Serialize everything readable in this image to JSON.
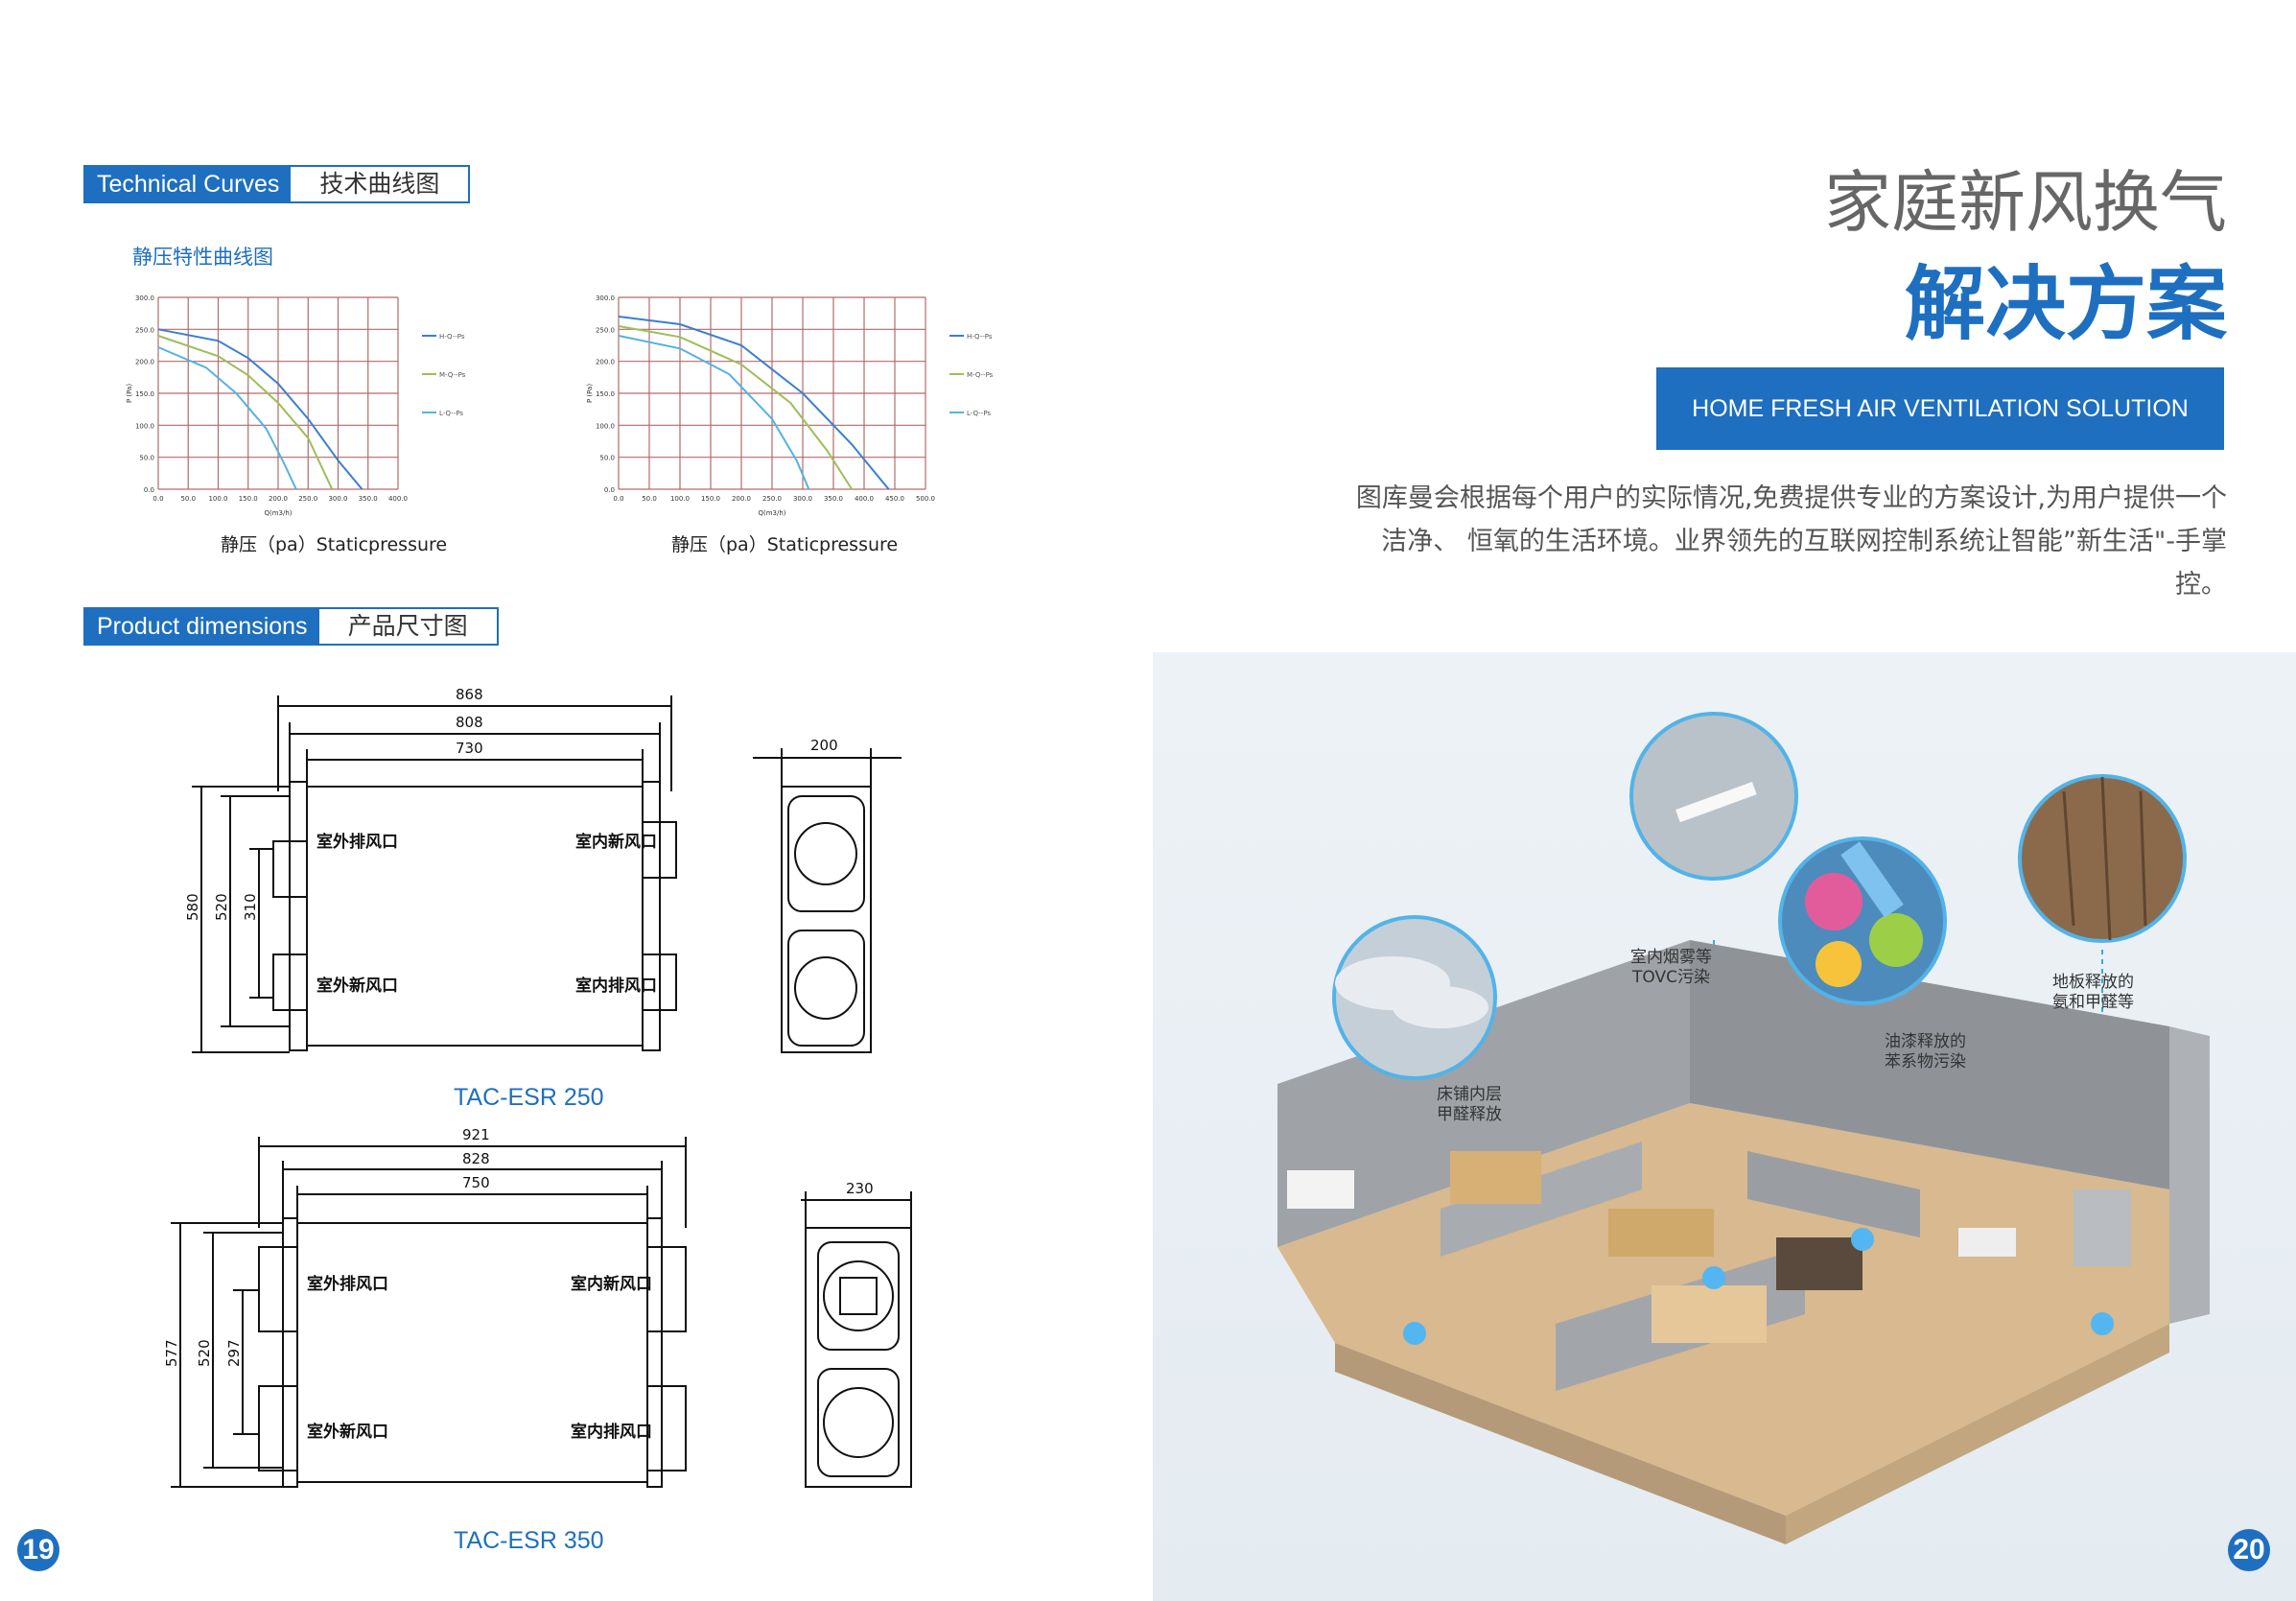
{
  "left_page": {
    "technical_curves": {
      "en": "Technical Curves",
      "cn": "技术曲线图"
    },
    "chart_section_title": "静压特性曲线图",
    "charts_caption": "静压（pa）Staticpressure",
    "product_dimensions": {
      "en": "Product dimensions",
      "cn": "产品尺寸图"
    },
    "model_1": "TAC-ESR 250",
    "model_2": "TAC-ESR 350",
    "page_number": "19"
  },
  "right_page": {
    "title_line1": "家庭新风换气",
    "title_line2": "解决方案",
    "banner": "HOME FRESH AIR VENTILATION SOLUTION",
    "intro": "图库曼会根据每个用户的实际情况,免费提供专业的方案设计,为用户提供一个洁净、 恒氧的生活环境。业界领先的互联网控制系统让智能”新生活\"-手掌控。",
    "callouts": {
      "bed": [
        "床铺内层",
        "甲醛释放"
      ],
      "smoke": [
        "室内烟雾等",
        "TOVC污染"
      ],
      "paint": [
        "油漆释放的",
        "苯系物污染"
      ],
      "floor": [
        "地板释放的",
        "氨和甲醛等"
      ]
    },
    "page_number": "20"
  },
  "dimensions": {
    "unit1": {
      "overall": "868",
      "mid": "808",
      "inner": "730",
      "height": "580",
      "h2": "520",
      "h3": "310",
      "depth": "200",
      "ports": [
        "室外排风口",
        "室内新风口",
        "室外新风口",
        "室内排风口"
      ]
    },
    "unit2": {
      "overall": "921",
      "mid": "828",
      "inner": "750",
      "height": "577",
      "h2": "520",
      "h3": "297",
      "depth": "230",
      "ports": [
        "室外排风口",
        "室内新风口",
        "室外新风口",
        "室内排风口"
      ]
    }
  },
  "chart_data": [
    {
      "type": "line",
      "xlabel": "Q(m3/h)",
      "ylabel": "P (Pa)",
      "xlim": [
        0,
        400
      ],
      "ylim": [
        0,
        300
      ],
      "x_ticks": [
        "0.0",
        "50.0",
        "100.0",
        "150.0",
        "200.0",
        "250.0",
        "300.0",
        "350.0",
        "400.0"
      ],
      "y_ticks": [
        "0.0",
        "50.0",
        "100.0",
        "150.0",
        "200.0",
        "250.0",
        "300.0"
      ],
      "series": [
        {
          "name": "H-Q--Ps",
          "color": "#3a7fd0",
          "points": [
            [
              0,
              250
            ],
            [
              100,
              232
            ],
            [
              150,
              205
            ],
            [
              200,
              165
            ],
            [
              250,
              110
            ],
            [
              300,
              45
            ],
            [
              340,
              0
            ]
          ]
        },
        {
          "name": "M-Q--Ps",
          "color": "#9cbf5a",
          "points": [
            [
              0,
              240
            ],
            [
              100,
              208
            ],
            [
              150,
              178
            ],
            [
              200,
              135
            ],
            [
              250,
              80
            ],
            [
              290,
              0
            ]
          ]
        },
        {
          "name": "L-Q--Ps",
          "color": "#54b3e0",
          "points": [
            [
              0,
              222
            ],
            [
              80,
              190
            ],
            [
              130,
              150
            ],
            [
              180,
              95
            ],
            [
              210,
              40
            ],
            [
              230,
              0
            ]
          ]
        }
      ]
    },
    {
      "type": "line",
      "xlabel": "Q(m3/h)",
      "ylabel": "P (Pa)",
      "xlim": [
        0,
        500
      ],
      "ylim": [
        0,
        300
      ],
      "x_ticks": [
        "0.0",
        "50.0",
        "100.0",
        "150.0",
        "200.0",
        "250.0",
        "300.0",
        "350.0",
        "400.0",
        "450.0",
        "500.0"
      ],
      "y_ticks": [
        "0.0",
        "50.0",
        "100.0",
        "150.0",
        "200.0",
        "250.0",
        "300.0"
      ],
      "series": [
        {
          "name": "H-Q--Ps",
          "color": "#3a7fd0",
          "points": [
            [
              0,
              270
            ],
            [
              100,
              258
            ],
            [
              200,
              225
            ],
            [
              300,
              150
            ],
            [
              380,
              70
            ],
            [
              440,
              0
            ]
          ]
        },
        {
          "name": "M-Q--Ps",
          "color": "#9cbf5a",
          "points": [
            [
              0,
              255
            ],
            [
              100,
              238
            ],
            [
              200,
              195
            ],
            [
              280,
              135
            ],
            [
              340,
              60
            ],
            [
              380,
              0
            ]
          ]
        },
        {
          "name": "L-Q--Ps",
          "color": "#54b3e0",
          "points": [
            [
              0,
              240
            ],
            [
              100,
              220
            ],
            [
              180,
              180
            ],
            [
              250,
              110
            ],
            [
              290,
              45
            ],
            [
              310,
              0
            ]
          ]
        }
      ]
    }
  ]
}
